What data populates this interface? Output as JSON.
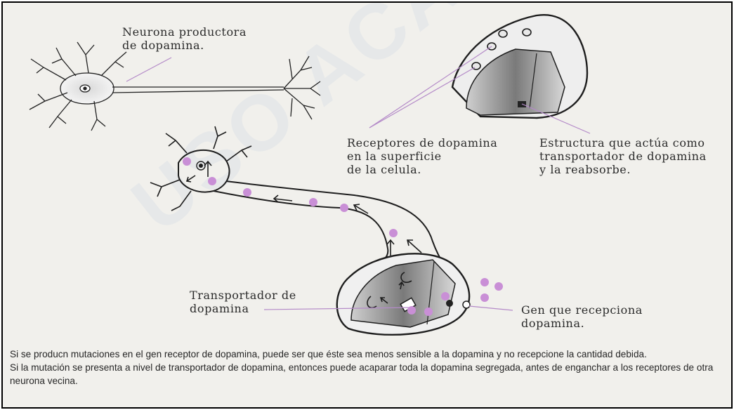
{
  "labels": {
    "producer_neuron": "Neurona productora\nde dopamina.",
    "receptors": "Receptores de dopamina\nen la superficie\nde la celula.",
    "transporter_structure": "Estructura que actúa como\ntransportador de dopamina\ny la reabsorbe.",
    "transporter": "Transportador de\ndopamina",
    "receptor_gene": "Gen que recepciona\ndopamina."
  },
  "caption": {
    "paragraph_1": "Si se producn mutaciones en el gen receptor de dopamina, puede ser que éste sea menos sensible a la dopamina y no recepcione la cantidad debida.",
    "paragraph_2": "Si la mutación se presenta a nivel de transportador de dopamina, entonces puede acaparar toda la dopamina segregada, antes de enganchar a los receptores de otra neurona vecina."
  },
  "watermark": "USO ACAD",
  "colors": {
    "dopamine": "#c98fd6",
    "pointer_line": "#b48ac8",
    "ink": "#1e1e1e",
    "paper": "#f1f0ec"
  }
}
